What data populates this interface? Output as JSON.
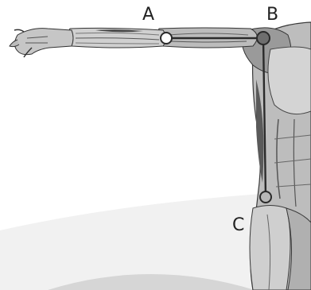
{
  "diagram": {
    "points": {
      "a": {
        "label": "A"
      },
      "b": {
        "label": "B"
      },
      "c": {
        "label": "C"
      }
    },
    "colors": {
      "line": "#2a2a2a",
      "point_a_fill": "#ffffff",
      "point_b_fill": "#6e6e6e",
      "point_c_fill": "#b8b8b8",
      "point_stroke": "#2a2a2a",
      "muscle_light": "#d9d9d9",
      "muscle_mid": "#a9a9a9",
      "muscle_dark": "#4a4a4a",
      "ground_shadow": "#ececec"
    }
  }
}
